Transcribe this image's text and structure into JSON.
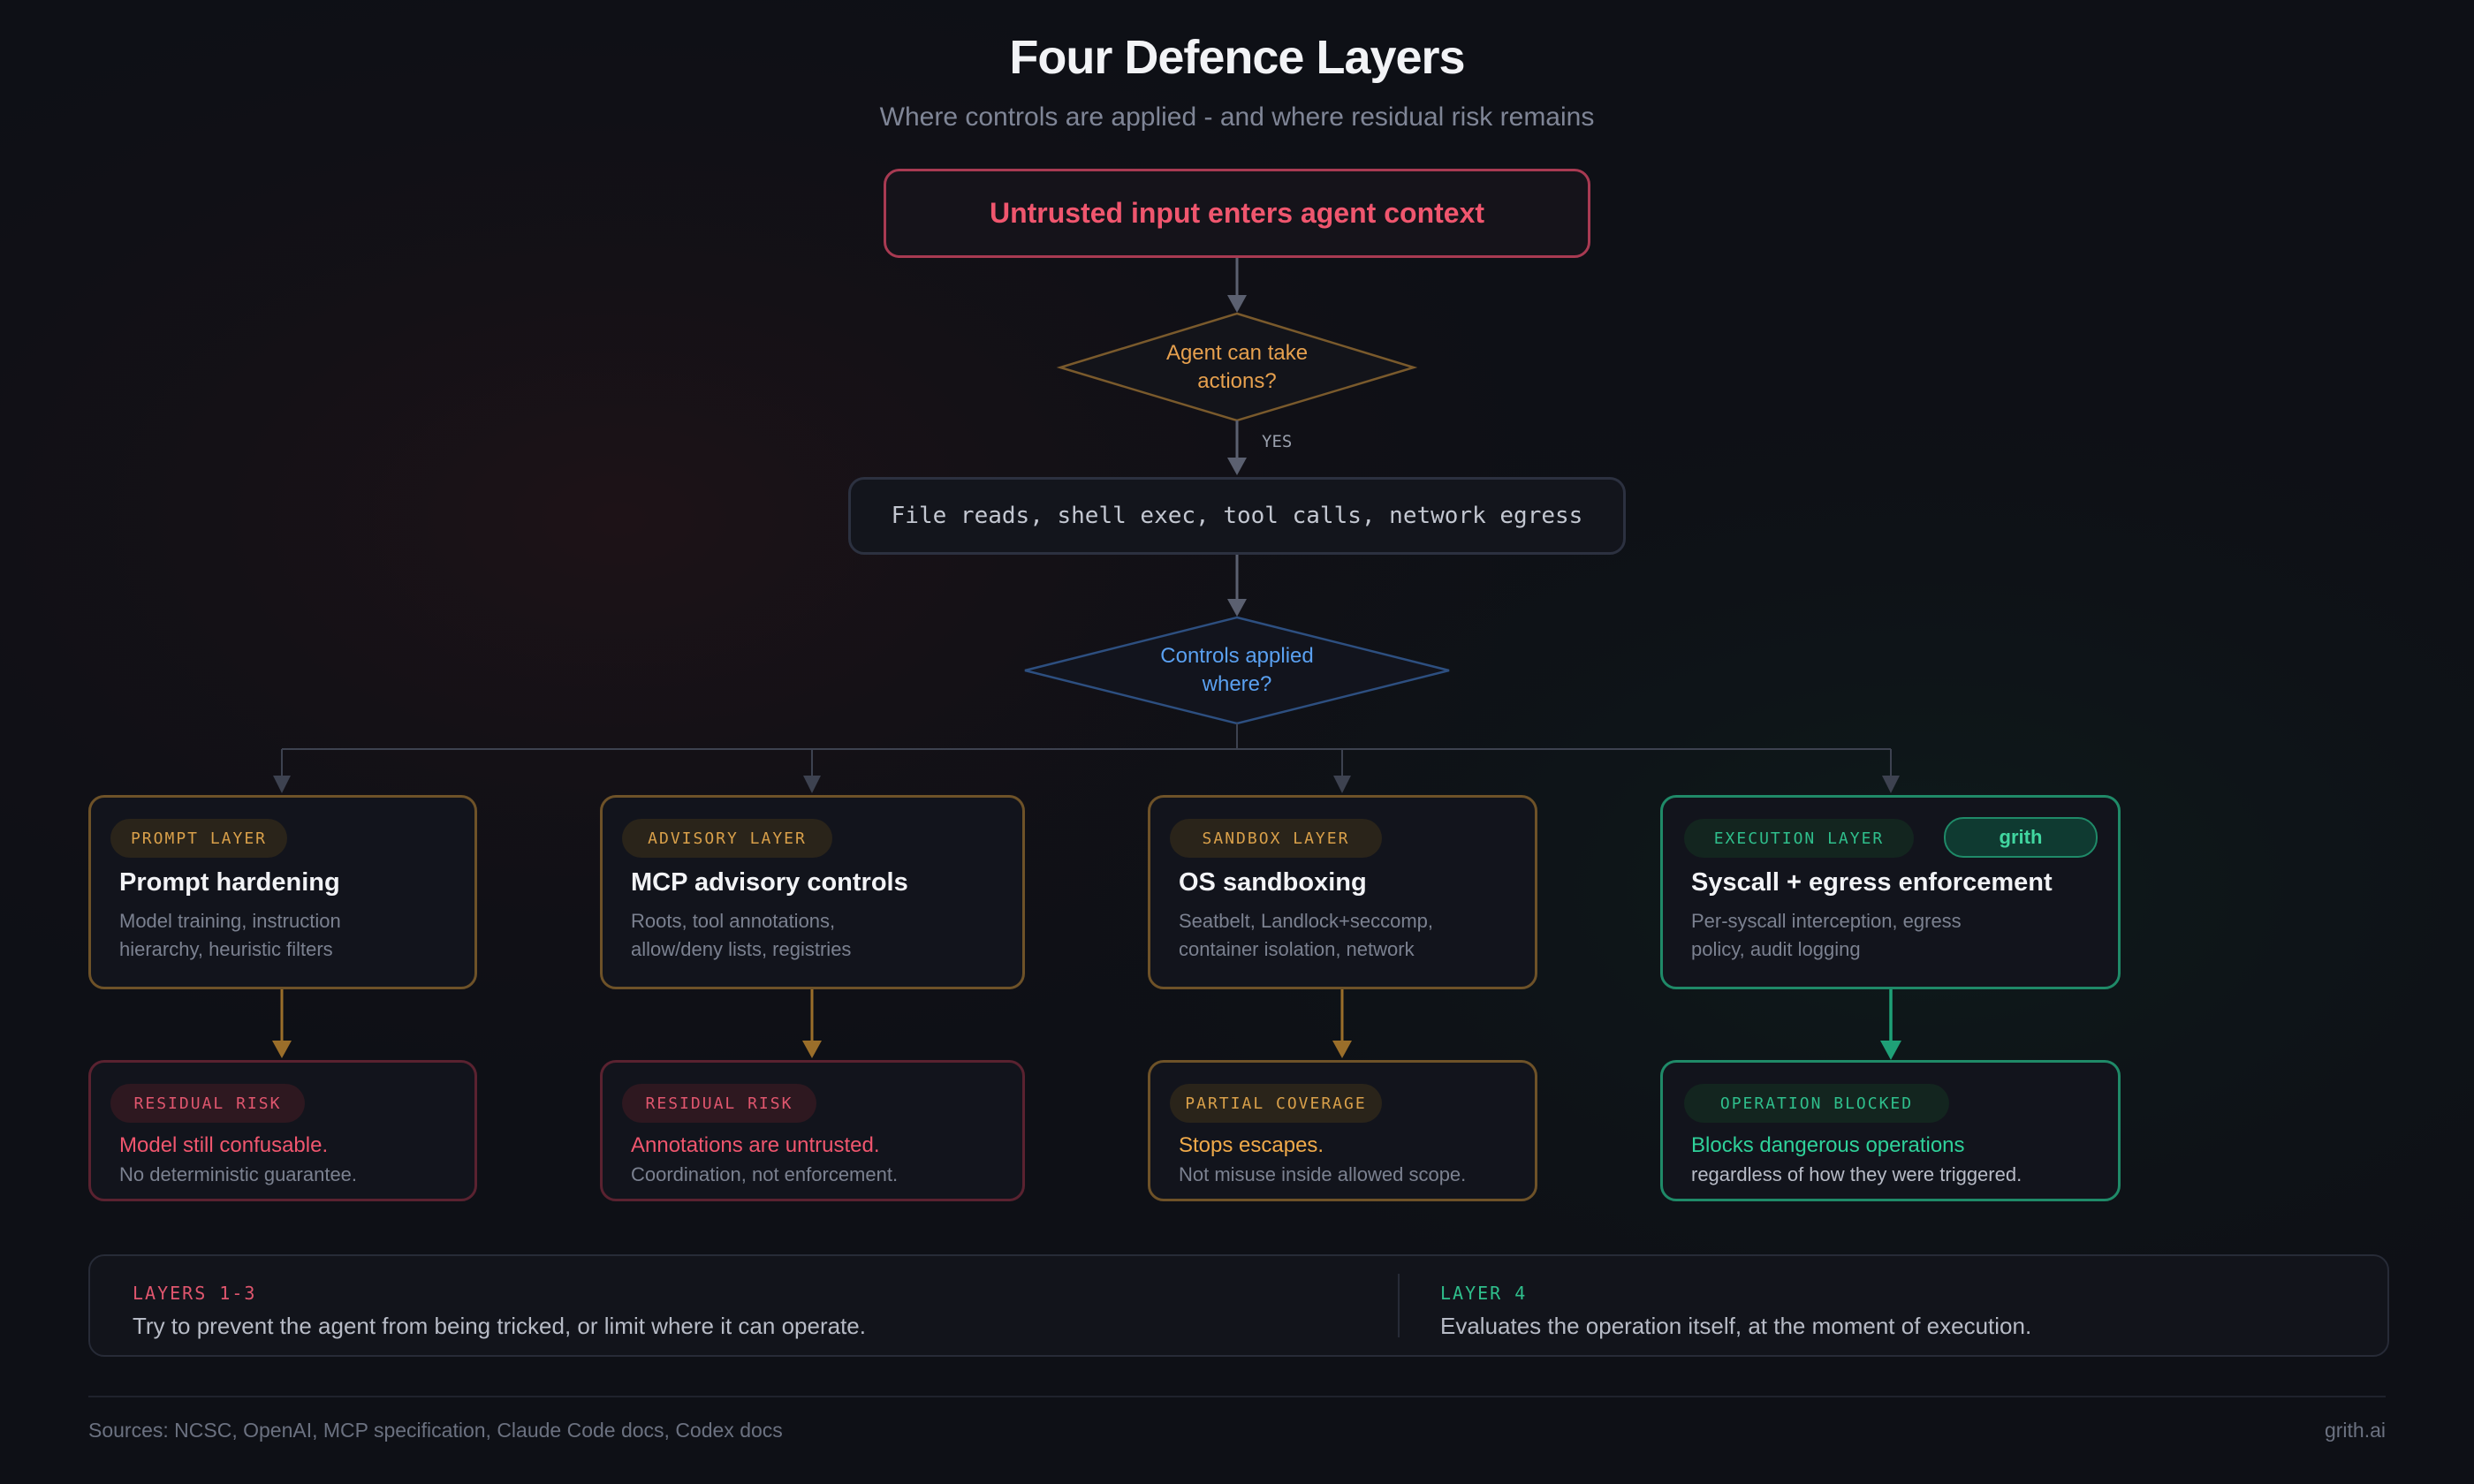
{
  "header": {
    "title": "Four Defence Layers",
    "subtitle": "Where controls are applied - and where residual risk remains"
  },
  "flow": {
    "input": "Untrusted input enters agent context",
    "decision_actions": {
      "line1": "Agent can take",
      "line2": "actions?"
    },
    "yes_label": "YES",
    "operations": "File reads, shell exec, tool calls, network egress",
    "decision_where": {
      "line1": "Controls applied",
      "line2": "where?"
    }
  },
  "layers": [
    {
      "tag": "PROMPT LAYER",
      "title": "Prompt hardening",
      "desc_line1": "Model training, instruction",
      "desc_line2": "hierarchy, heuristic filters",
      "outcome_tag": "RESIDUAL RISK",
      "outcome_main": "Model still confusable.",
      "outcome_sub": "No deterministic guarantee."
    },
    {
      "tag": "ADVISORY LAYER",
      "title": "MCP advisory controls",
      "desc_line1": "Roots, tool annotations,",
      "desc_line2": "allow/deny lists, registries",
      "outcome_tag": "RESIDUAL RISK",
      "outcome_main": "Annotations are untrusted.",
      "outcome_sub": "Coordination, not enforcement."
    },
    {
      "tag": "SANDBOX LAYER",
      "title": "OS sandboxing",
      "desc_line1": "Seatbelt, Landlock+seccomp,",
      "desc_line2": "container isolation, network",
      "outcome_tag": "PARTIAL COVERAGE",
      "outcome_main": "Stops escapes.",
      "outcome_sub": "Not misuse inside allowed scope."
    },
    {
      "tag": "EXECUTION LAYER",
      "badge": "grith",
      "title": "Syscall + egress enforcement",
      "desc_line1": "Per-syscall interception, egress",
      "desc_line2": "policy, audit logging",
      "outcome_tag": "OPERATION BLOCKED",
      "outcome_main": "Blocks dangerous operations",
      "outcome_sub": "regardless of how they were triggered."
    }
  ],
  "summary": {
    "left_label": "LAYERS 1-3",
    "left_text": "Try to prevent the agent from being tricked, or limit where it can operate.",
    "right_label": "LAYER 4",
    "right_text": "Evaluates the operation itself, at the moment of execution."
  },
  "footer": {
    "sources": "Sources: NCSC, OpenAI, MCP specification, Claude Code docs, Codex docs",
    "brand": "grith.ai"
  },
  "colors": {
    "background": "#0e1016",
    "red": "#f0566e",
    "amber": "#d9a04a",
    "blue": "#5aa0f0",
    "green": "#2fbf8c"
  }
}
